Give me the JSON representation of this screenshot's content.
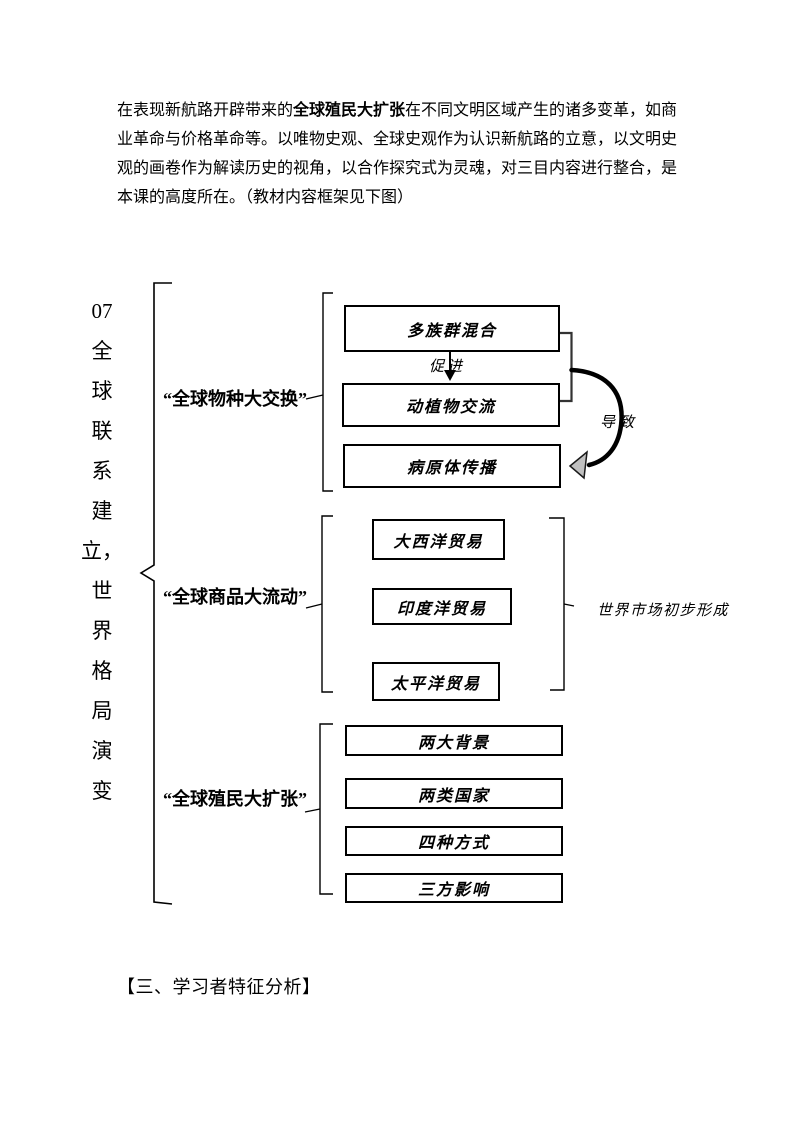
{
  "paragraph": {
    "line1_pre": "在表现新航路开辟带来的",
    "line1_bold": "全球殖民大扩张",
    "line1_post": "在不同文明区域产生的诸多变革，如商",
    "line2": "业革命与价格革命等。以唯物史观、全球史观作为认识新航路的立意，以文明史",
    "line3": "观的画卷作为解读历史的视角，以合作探究式为灵魂，对三目内容进行整合，是",
    "line4": "本课的高度所在。（教材内容框架见下图）"
  },
  "diagram": {
    "vertical_title": [
      "07",
      "全",
      "球",
      "联",
      "系",
      "建",
      "立，",
      "世",
      "界",
      "格",
      "局",
      "演",
      "变"
    ],
    "groups": [
      {
        "label": "“全球物种大交换”",
        "boxes": [
          "多族群混合",
          "动植物交流",
          "病原体传播"
        ]
      },
      {
        "label": "“全球商品大流动”",
        "boxes": [
          "大西洋贸易",
          "印度洋贸易",
          "太平洋贸易"
        ]
      },
      {
        "label": "“全球殖民大扩张”",
        "boxes": [
          "两大背景",
          "两类国家",
          "四种方式",
          "三方影响"
        ]
      }
    ],
    "arrow_labels": {
      "promote": "促进",
      "cause": "导致"
    },
    "side_note": "世界市场初步形成",
    "colors": {
      "ink": "#000000",
      "arrowhead_fill": "#c0c0c0"
    }
  },
  "footer_heading": "【三、学习者特征分析】"
}
